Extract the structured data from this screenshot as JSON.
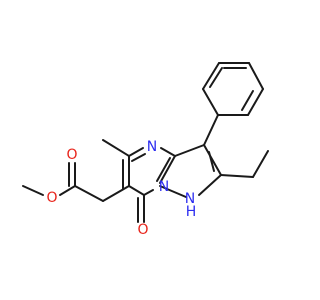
{
  "molecule": {
    "atoms": {
      "N4": {
        "text": "N",
        "color": "#2d2df0"
      },
      "N7a": {
        "text": "N",
        "color": "#2d2df0"
      },
      "NH1": {
        "text": "N",
        "color": "#2d2df0"
      },
      "H1": {
        "text": "H",
        "color": "#2d2df0"
      },
      "O_carbonyl": {
        "text": "O",
        "color": "#e8231a"
      },
      "O_ester_dbl": {
        "text": "O",
        "color": "#e8231a"
      },
      "O_ester": {
        "text": "O",
        "color": "#e8231a"
      }
    },
    "bond_color": "#1a1a1a"
  }
}
